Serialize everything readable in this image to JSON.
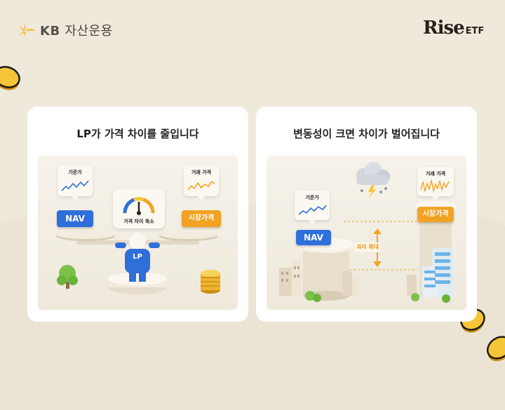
{
  "header": {
    "kb_logo_latin": "KB",
    "kb_logo_korean": "자산운용",
    "rise_logo_word": "Rise",
    "rise_logo_etf": "ETF"
  },
  "colors": {
    "background": "#efe9dc",
    "nav_blue": "#2f6fd9",
    "market_orange": "#f2a324",
    "kb_star": "#f5b21a"
  },
  "card_left": {
    "title": "LP가 가격 차이를 줄입니다",
    "nav_bubble_label": "기준가",
    "market_bubble_label": "거래 가격",
    "nav_tag": "NAV",
    "market_tag": "시장가격",
    "gauge_label": "가격 차이 축소",
    "figure_shirt": "LP"
  },
  "card_right": {
    "title": "변동성이 크면 차이가 벌어집니다",
    "nav_bubble_label": "기준가",
    "market_bubble_label": "거래 가격",
    "nav_tag": "NAV",
    "market_tag": "시장가격",
    "spread_label": "괴리 확대"
  },
  "icons": [
    "kb-star-icon",
    "coin-icon",
    "gauge-icon",
    "storm-cloud-icon",
    "up-arrow-icon",
    "down-arrow-icon",
    "tree-icon",
    "coin-stack-icon"
  ]
}
